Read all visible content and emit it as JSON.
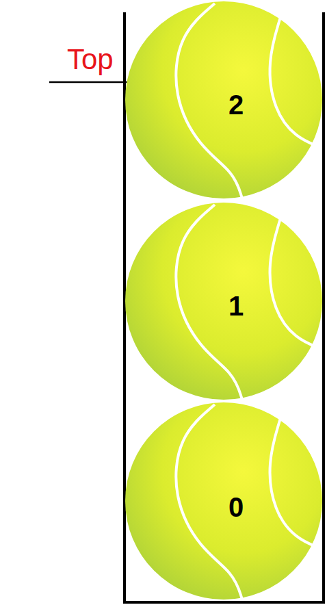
{
  "diagram": {
    "nodes": [
      {
        "text": [
          "2"
        ]
      },
      {
        "text": [
          "1"
        ]
      },
      {
        "text": [
          "0"
        ]
      }
    ],
    "labels": [
      "Top"
    ]
  }
}
